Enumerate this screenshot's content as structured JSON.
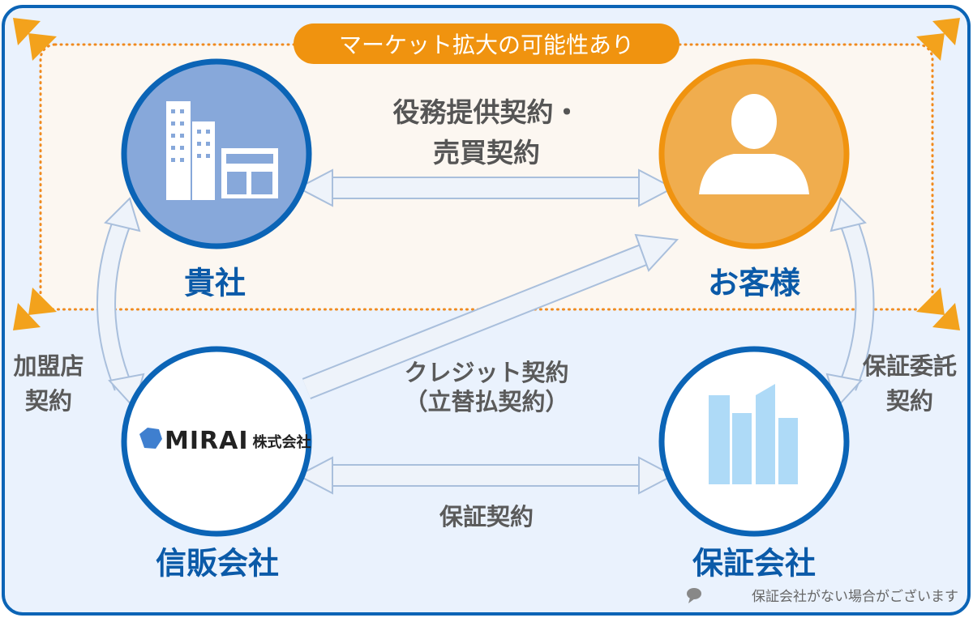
{
  "banner": "マーケット拡大の可能性あり",
  "nodes": {
    "company": "貴社",
    "customer": "お客様",
    "credit": "信販会社",
    "guarantor": "保証会社"
  },
  "logo": {
    "name": "MIRAI",
    "suffix": "株式会社"
  },
  "contracts": {
    "top_line1": "役務提供契約・",
    "top_line2": "売買契約",
    "diag_line1": "クレジット契約",
    "diag_line2": "（立替払契約）",
    "bottom": "保証契約",
    "left_line1": "加盟店",
    "left_line2": "契約",
    "right_line1": "保証委託",
    "right_line2": "契約"
  },
  "note": "保証会社がない場合がございます",
  "colors": {
    "frame": "#0b64b6",
    "orange": "#f0930f",
    "blue_node": "#87a8da"
  }
}
